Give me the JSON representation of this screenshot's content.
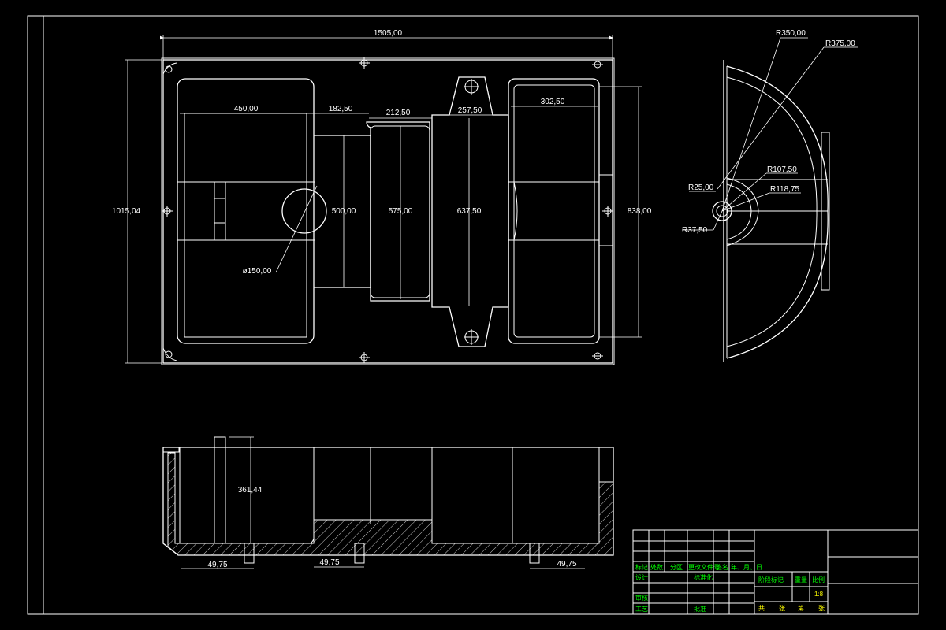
{
  "colors": {
    "background": "#000000",
    "line": "#ffffff",
    "title_block_text": "#00ff00",
    "title_block_text_alt": "#ffff00"
  },
  "plan_view": {
    "overall_length": "1505,00",
    "overall_width": "1015,04",
    "left_box_width": "450,00",
    "gap_1": "182,50",
    "section_2_width": "212,50",
    "section_3_width": "257,50",
    "right_box_width": "302,50",
    "hole_diameter": "ø150,00",
    "height_500": "500,00",
    "height_575": "575,00",
    "height_637": "637,50",
    "height_838": "838,00"
  },
  "side_view": {
    "r350": "R350,00",
    "r375": "R375,00",
    "r107": "R107,50",
    "r118": "R118,75",
    "r25": "R25,00",
    "r37": "R37,50"
  },
  "section_view": {
    "height": "361,44",
    "foot_1": "49,75",
    "foot_2": "49,75",
    "foot_3": "49,75"
  },
  "title_block": {
    "row_labels": [
      "标记",
      "处数",
      "分区",
      "更改文件号",
      "签名",
      "年、月、日"
    ],
    "design": "设计",
    "standardization": "标准化",
    "review": "审核",
    "process": "工艺",
    "approve": "批准",
    "stage_mark": "阶段标记",
    "weight": "重量",
    "scale": "比例",
    "scale_value": "1:8",
    "total": "共",
    "sheets": "张",
    "page_no": "第",
    "sheet": "张"
  }
}
